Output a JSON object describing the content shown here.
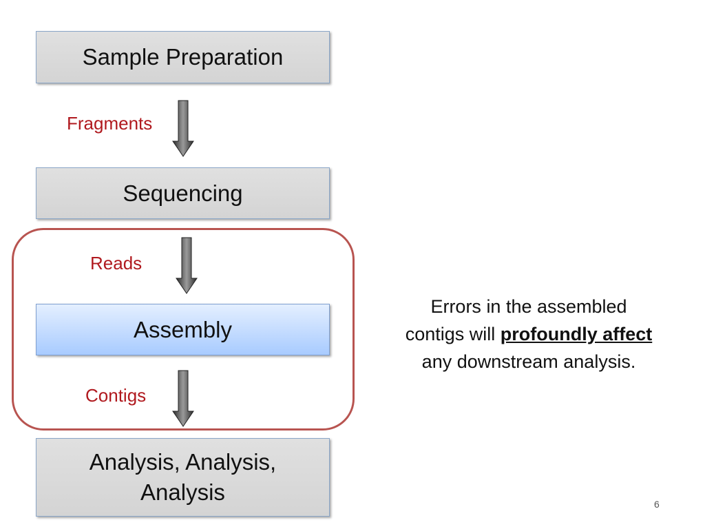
{
  "steps": {
    "sample_preparation": "Sample Preparation",
    "sequencing": "Sequencing",
    "assembly": "Assembly",
    "analysis_line1": "Analysis, Analysis,",
    "analysis_line2": "Analysis"
  },
  "flow_labels": {
    "fragments": "Fragments",
    "reads": "Reads",
    "contigs": "Contigs"
  },
  "note": {
    "line1": "Errors in the assembled",
    "line2_start": "contigs will ",
    "emphasis": "profoundly affect",
    "line3": "any downstream analysis."
  },
  "page_number": "6",
  "colors": {
    "label_red": "#b0191e",
    "frame_red": "#b85450",
    "box_gray": "#d9d9d9",
    "box_blue": "#a8cbff"
  }
}
